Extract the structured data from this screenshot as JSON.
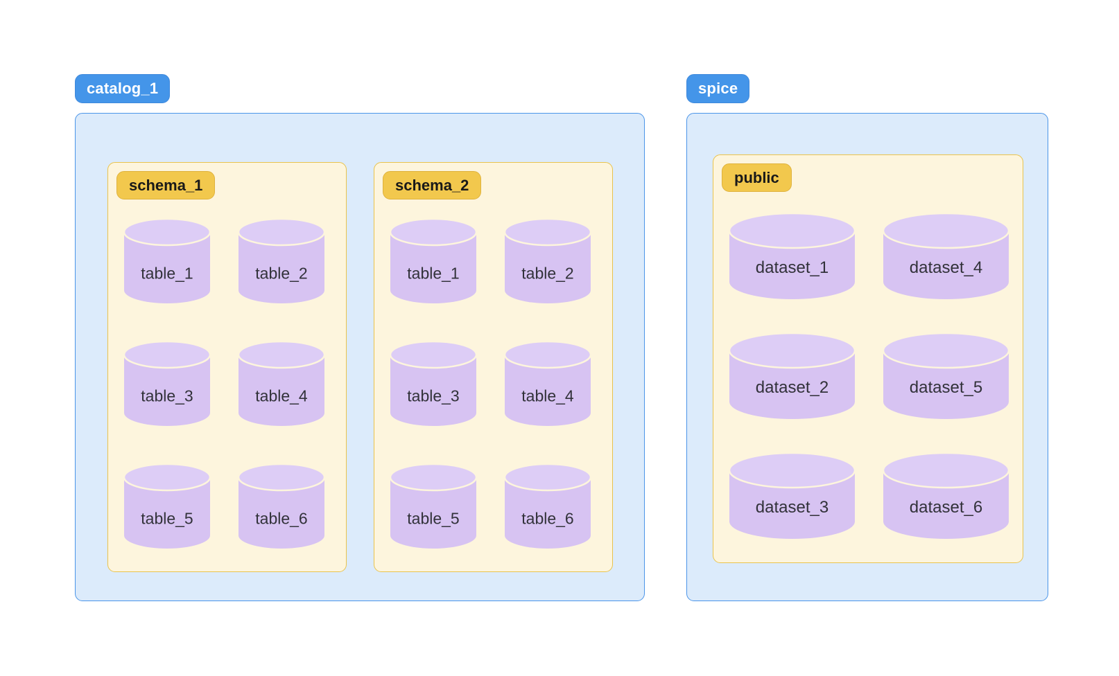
{
  "diagram": {
    "catalogs": [
      {
        "label": "catalog_1",
        "schemas": [
          {
            "label": "schema_1",
            "items": [
              "table_1",
              "table_2",
              "table_3",
              "table_4",
              "table_5",
              "table_6"
            ]
          },
          {
            "label": "schema_2",
            "items": [
              "table_1",
              "table_2",
              "table_3",
              "table_4",
              "table_5",
              "table_6"
            ]
          }
        ]
      },
      {
        "label": "spice",
        "schemas": [
          {
            "label": "public",
            "items": [
              "dataset_1",
              "dataset_2",
              "dataset_3",
              "dataset_4",
              "dataset_5",
              "dataset_6"
            ]
          }
        ]
      }
    ],
    "colors": {
      "catalog_label_bg": "#4495e9",
      "catalog_label_border": "#3e88db",
      "catalog_label_text": "#ffffff",
      "catalog_container_bg": "#dcebfb",
      "catalog_container_border": "#4a94e8",
      "schema_box_bg": "#fdf5dd",
      "schema_box_border": "#e9c34c",
      "schema_label_bg": "#f2c84d",
      "schema_label_border": "#dfb23c",
      "schema_label_text": "#191919",
      "cylinder_body": "#d7c3f2",
      "cylinder_top": "#ddcdf6",
      "cylinder_text": "#32323a"
    }
  }
}
